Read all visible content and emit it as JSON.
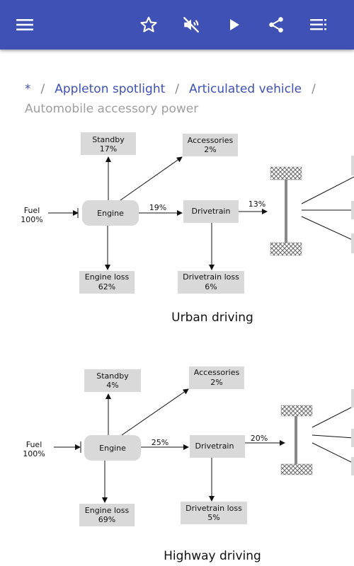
{
  "toolbar": {
    "menu_icon": "menu-icon",
    "bookmark_icon": "star-outline-icon",
    "mute_icon": "volume-off-icon",
    "play_icon": "play-icon",
    "share_icon": "share-icon",
    "contents_icon": "playlist-icon",
    "color": "#3f51b5"
  },
  "breadcrumb": {
    "items": [
      "*",
      "Appleton spotlight",
      "Articulated vehicle"
    ],
    "separator": "/",
    "current": "Automobile accessory power"
  },
  "diagrams": [
    {
      "caption": "Urban driving",
      "fuel_label": "Fuel",
      "fuel_value": "100%",
      "engine": "Engine",
      "standby_label": "Standby",
      "standby_value": "17%",
      "accessories_label": "Accessories",
      "accessories_value": "2%",
      "engine_to_drivetrain": "19%",
      "drivetrain": "Drivetrain",
      "drivetrain_to_wheels": "13%",
      "engine_loss_label": "Engine loss",
      "engine_loss_value": "62%",
      "drivetrain_loss_label": "Drivetrain loss",
      "drivetrain_loss_value": "6%"
    },
    {
      "caption": "Highway driving",
      "fuel_label": "Fuel",
      "fuel_value": "100%",
      "engine": "Engine",
      "standby_label": "Standby",
      "standby_value": "4%",
      "accessories_label": "Accessories",
      "accessories_value": "2%",
      "engine_to_drivetrain": "25%",
      "drivetrain": "Drivetrain",
      "drivetrain_to_wheels": "20%",
      "engine_loss_label": "Engine loss",
      "engine_loss_value": "69%",
      "drivetrain_loss_label": "Drivetrain loss",
      "drivetrain_loss_value": "5%"
    }
  ]
}
